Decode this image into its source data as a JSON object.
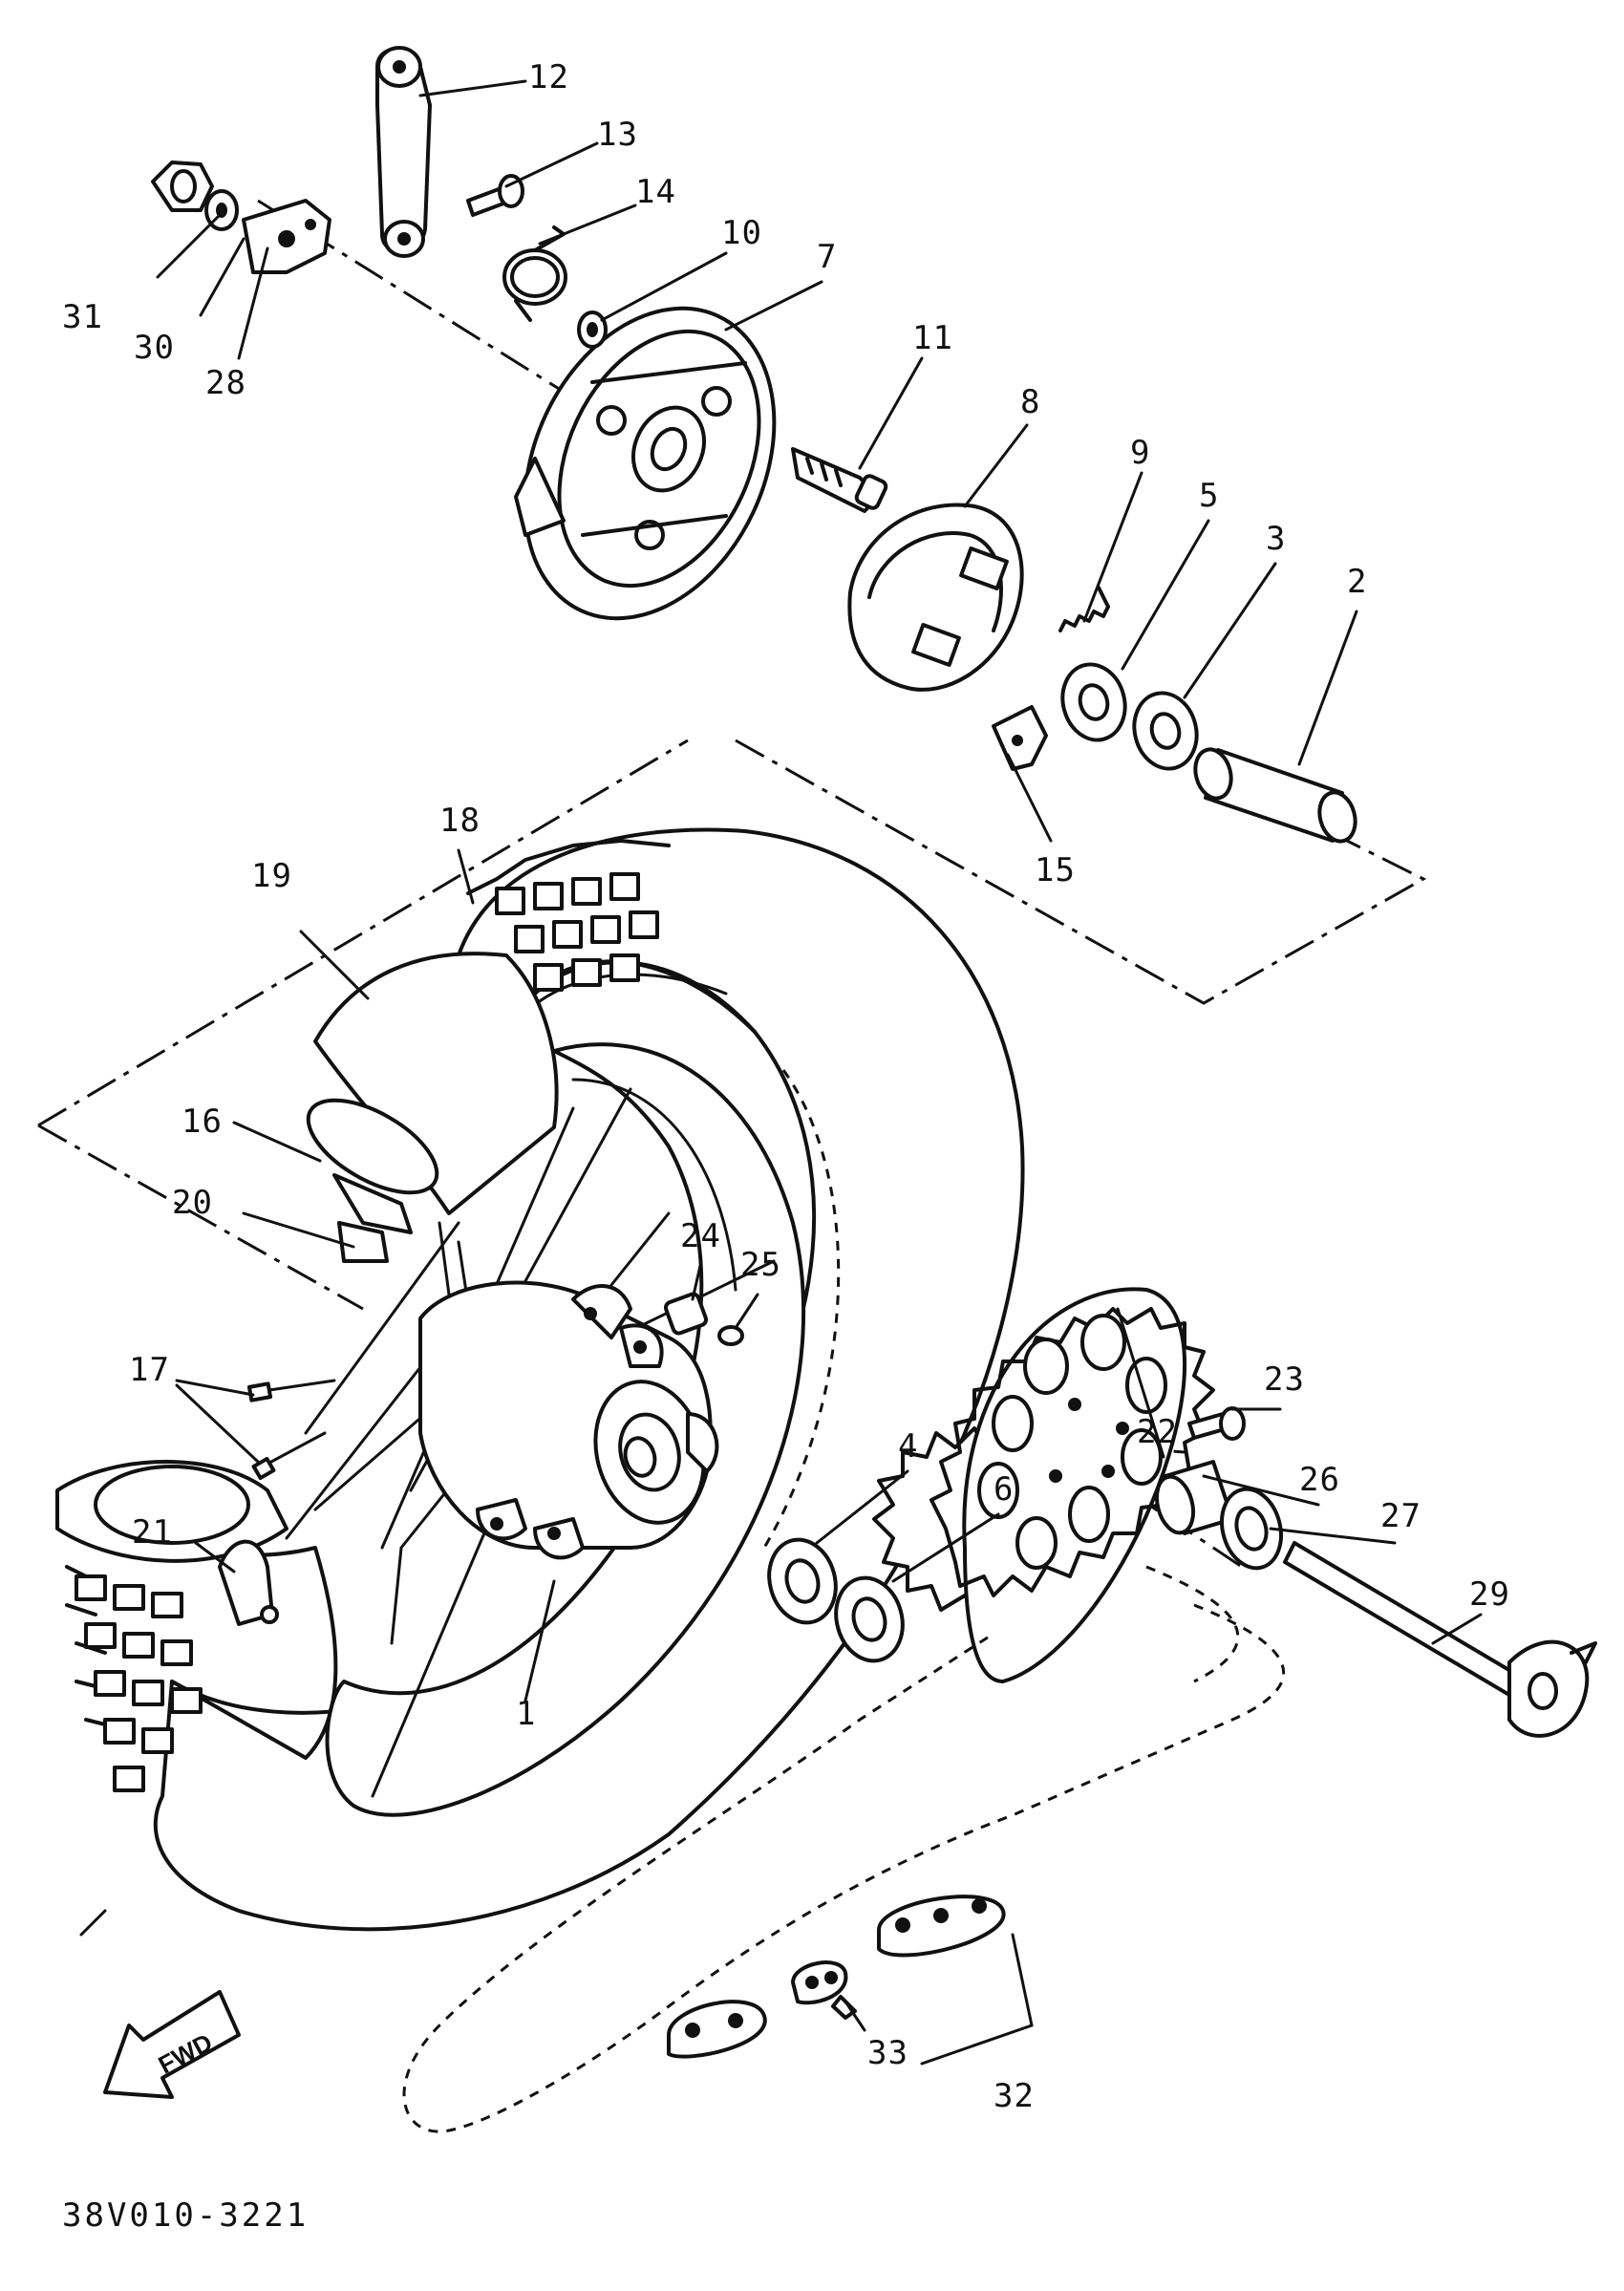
{
  "diagram": {
    "part_numbers": {
      "p1": "1",
      "p2": "2",
      "p3": "3",
      "p4": "4",
      "p5": "5",
      "p6": "6",
      "p7": "7",
      "p8": "8",
      "p9": "9",
      "p10": "10",
      "p11": "11",
      "p12": "12",
      "p13": "13",
      "p14": "14",
      "p15": "15",
      "p16": "16",
      "p17": "17",
      "p18": "18",
      "p19": "19",
      "p20": "20",
      "p21": "21",
      "p22": "22",
      "p23": "23",
      "p24": "24",
      "p25": "25",
      "p26": "26",
      "p27": "27",
      "p28": "28",
      "p29": "29",
      "p30": "30",
      "p31": "31",
      "p32": "32",
      "p33": "33"
    },
    "direction_marker": "FWD",
    "drawing_code": "38V010-3221"
  }
}
